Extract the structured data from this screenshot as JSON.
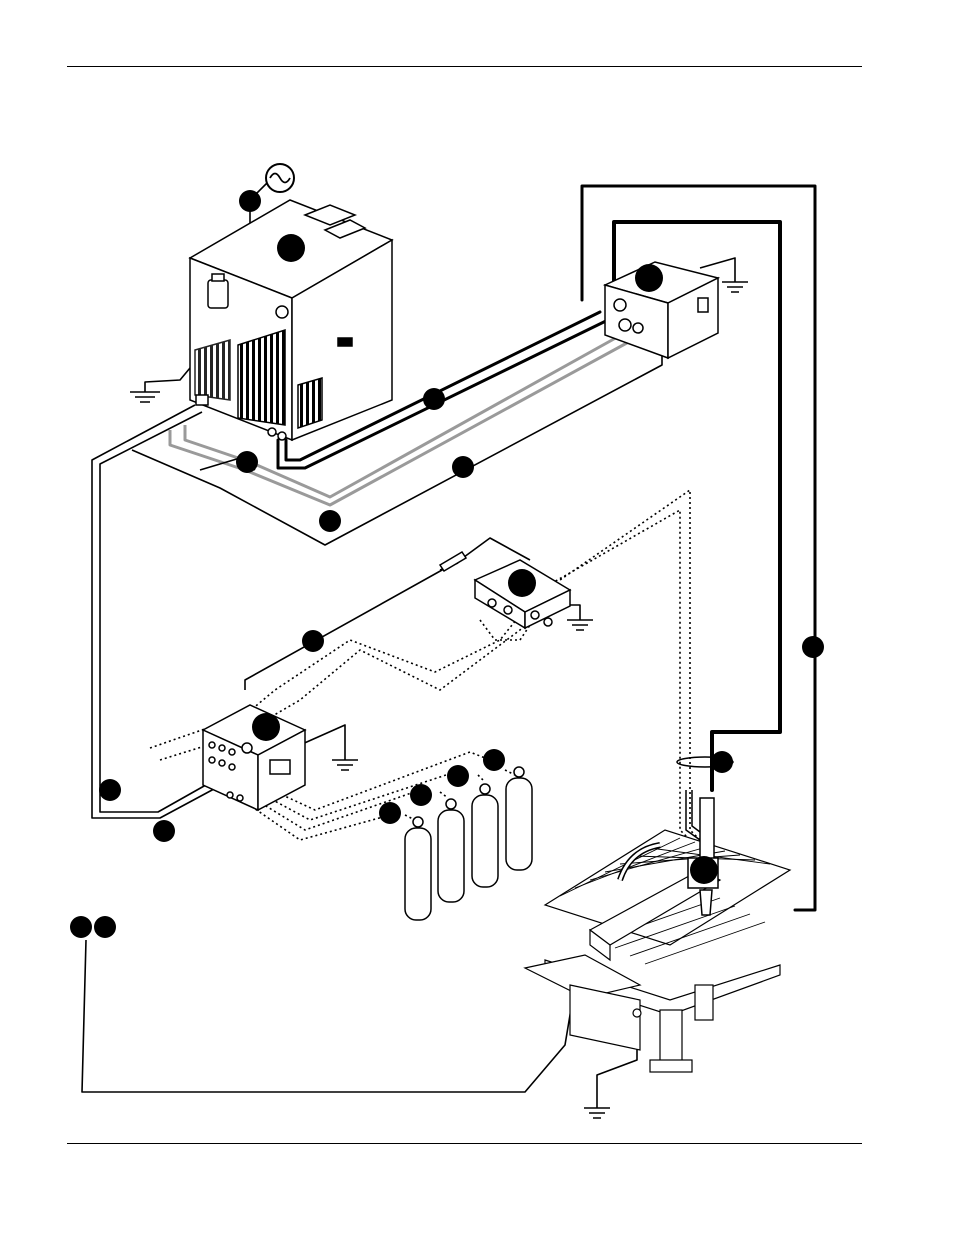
{
  "page": {
    "background": "#ffffff",
    "ink": "#000000",
    "gray": "#9a9a9a"
  },
  "diagram": {
    "components": [
      {
        "id": "power-supply",
        "icon": "power-supply-icon"
      },
      {
        "id": "ignition-console",
        "icon": "ignition-console-icon"
      },
      {
        "id": "gas-valve-manifold",
        "icon": "manifold-icon"
      },
      {
        "id": "gas-console",
        "icon": "gas-console-icon"
      },
      {
        "id": "gas-cylinders",
        "icon": "gas-cylinder-icon",
        "count": 4
      },
      {
        "id": "cutting-table",
        "icon": "cutting-table-icon"
      },
      {
        "id": "torch",
        "icon": "torch-icon"
      }
    ],
    "callout_markers": 22,
    "symbols": [
      "ac-power-icon",
      "ground-icon"
    ]
  }
}
